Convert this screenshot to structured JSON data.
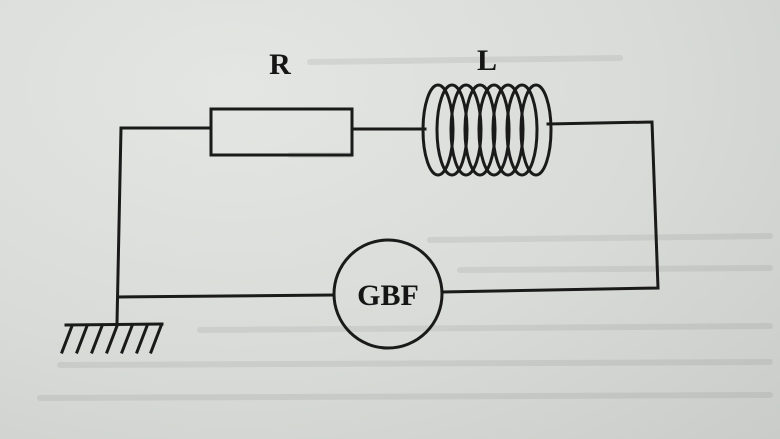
{
  "diagram": {
    "components": {
      "resistor": {
        "label": "R"
      },
      "inductor": {
        "label": "L",
        "turns": 8
      },
      "generator": {
        "label": "GBF"
      },
      "ground": {
        "symbol": "ground"
      }
    },
    "colors": {
      "wire": "#1a1a1a",
      "paper": "#dcdfdb"
    }
  }
}
